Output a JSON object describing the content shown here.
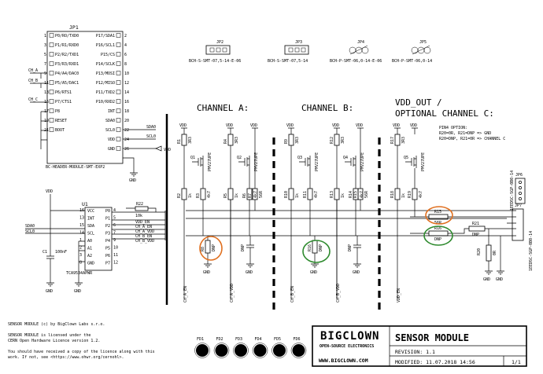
{
  "header": {
    "name": "BC-HEADER-MODULE-SMT-EXP2",
    "ref": "JP1",
    "left_pins": [
      "P0/RO/TXD0",
      "P1/R1/RXD0",
      "P2/R2/TXD1",
      "P3/R3/RXD1",
      "P4/A4/DAC0",
      "P5/A5/DAC1",
      "P6/RTS1",
      "P7/CTS1",
      "P8",
      "RESET",
      "BOOT"
    ],
    "right_pins": [
      "P17/SDA1",
      "P16/SCL1",
      "P15/CS",
      "P14/SCLK",
      "P13/MOSI",
      "P12/MISO",
      "P11/TXD2",
      "P10/RXD2",
      "INT",
      "SDA0",
      "SCL0",
      "VDD",
      "GND"
    ],
    "left_nums": [
      "1",
      "3",
      "5",
      "7",
      "9",
      "11",
      "13",
      "15",
      "17",
      "19",
      "21"
    ],
    "right_nums": [
      "2",
      "4",
      "6",
      "8",
      "10",
      "12",
      "14",
      "16",
      "18",
      "20",
      "22",
      "24",
      "26"
    ],
    "nets": [
      "CH_A",
      "CH_B",
      "CH_C",
      "SDA0",
      "SCL0",
      "VDD",
      "GND"
    ]
  },
  "jumpers": [
    {
      "ref": "JP2",
      "name": "BCH-S-SMT-07,5-14-E-06"
    },
    {
      "ref": "JP3",
      "name": "BCH-S-SMT-07,5-14"
    },
    {
      "ref": "JP4",
      "name": "BCH-P-SMT-06,0-14-E-06"
    },
    {
      "ref": "JP5",
      "name": "BCH-P-SMT-06,0-14"
    }
  ],
  "u1": {
    "ref": "U1",
    "part": "TCA9534APWR",
    "pins_left": [
      "VCC",
      "INT",
      "SDA",
      "SCL",
      "A0",
      "A1",
      "A2",
      "GND"
    ],
    "pins_right": [
      "P0",
      "P1",
      "P2",
      "P3",
      "P4",
      "P5",
      "P6",
      "P7"
    ],
    "nums_left": [
      "16",
      "13",
      "15",
      "14",
      "1",
      "2",
      "3",
      "8"
    ],
    "nums_right": [
      "4",
      "5",
      "6",
      "7",
      "9",
      "10",
      "11",
      "12"
    ],
    "nets_left": [
      "VDD",
      "SDA0",
      "SCL0"
    ],
    "nets_right": [
      "10k",
      "VDD_EN",
      "CH_A_EN",
      "CH_A_VDD",
      "CH_B_EN",
      "CH_B_VDD"
    ],
    "r22": "R22",
    "cap": {
      "ref": "C1",
      "value": "100nF"
    },
    "gnd": "GND"
  },
  "channels": {
    "a_title": "CHANNEL A:",
    "b_title": "CHANNEL B:",
    "c_title_1": "VDD_OUT /",
    "c_title_2": "OPTIONAL CHANNEL C:",
    "pin4_note": [
      "PIN4 OPTION:",
      "R20=0R, R21=DNP => GND",
      "R20=DNP, R21=0R => CHANNEL C"
    ]
  },
  "labels": {
    "vdd": "VDD",
    "gnd": "GND",
    "r_3k3": "3R3",
    "r_1k": "1k",
    "r_4k7": "4k7",
    "r_dnp": "DNP",
    "r_56r": "56R",
    "pmos": "PMV27UPE",
    "q": [
      "Q1",
      "Q2",
      "Q3",
      "Q4",
      "Q5"
    ],
    "ch_a_en": "CH_A_EN",
    "ch_a_vdd": "CH_A_VDD",
    "ch_b_en": "CH_B_EN",
    "ch_b_vdd": "CH_B_VDD",
    "vdd_en": "VDD_EN",
    "r15": "R15",
    "r16": "R16",
    "r21": "R21",
    "r20": "R20",
    "r0": "0R",
    "jp6": "JP6",
    "jp6_name": "1EEDSC-SGP-0B0-14",
    "jp7": "JP7",
    "jp7_name": "1EEDSC-SGP-0B0-14"
  },
  "fiducials": [
    "FD1",
    "FD2",
    "FD3",
    "FD4",
    "FD5",
    "FD6"
  ],
  "license": [
    "SENSOR MODULE (c) by BigClown Labs s.r.o.",
    "SENSOR MODULE is licensed under the",
    "CERN Open Hardware Licence version 1.2.",
    "You should have received a copy of the licence along with this",
    "work. If not, see <https://www.ohwr.org/cernohl>."
  ],
  "title_block": {
    "brand": "BIGCLOWN",
    "tagline": "OPEN-SOURCE ELECTRONICS",
    "url": "WWW.BIGCLOWN.COM",
    "title": "SENSOR MODULE",
    "revision": "REVISION: 1.1",
    "modified": "MODIFIED: 11.07.2018 14:56",
    "sheet": "1/1"
  }
}
